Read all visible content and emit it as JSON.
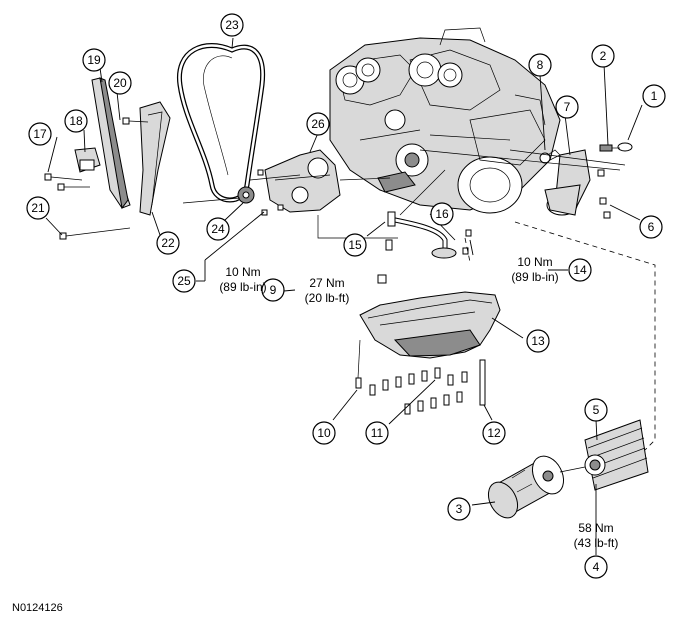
{
  "diagram": {
    "reference_code": "N0124126",
    "callouts": [
      "1",
      "2",
      "3",
      "4",
      "5",
      "6",
      "7",
      "8",
      "9",
      "10",
      "11",
      "12",
      "13",
      "14",
      "15",
      "16",
      "17",
      "18",
      "19",
      "20",
      "21",
      "22",
      "23",
      "24",
      "25",
      "26"
    ],
    "torque_specs": {
      "t25_nm": "10 Nm",
      "t25_lbin": "(89 lb-in)",
      "t9_nm": "27 Nm",
      "t9_lbft": "(20 lb-ft)",
      "t14_nm": "10 Nm",
      "t14_lbin": "(89 lb-in)",
      "t4_nm": "58 Nm",
      "t4_lbft": "(43 lb-ft)"
    }
  }
}
